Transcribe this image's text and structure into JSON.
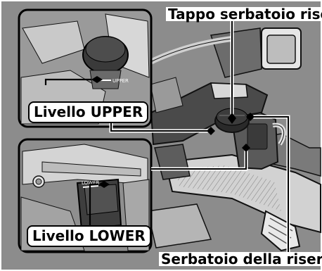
{
  "labels": {
    "tappo": "Tappo serbatoio riserva",
    "upper": "Livello UPPER",
    "lower": "Livello LOWER",
    "serbatoio": "Serbatoio della riserva"
  },
  "inset_marks": {
    "upper": "UPPER",
    "lower": "LOWER"
  }
}
